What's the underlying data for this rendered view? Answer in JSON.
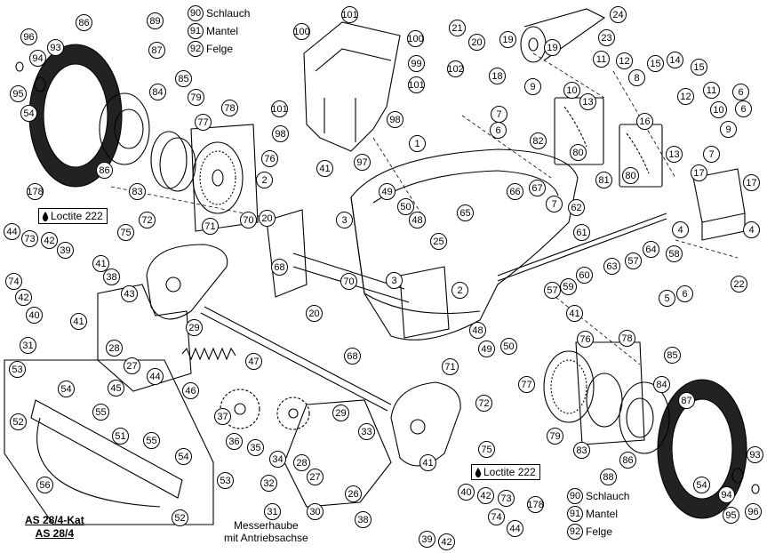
{
  "legend_top": [
    {
      "num": "90",
      "label": "Schlauch"
    },
    {
      "num": "91",
      "label": "Mantel"
    },
    {
      "num": "92",
      "label": "Felge"
    }
  ],
  "legend_bottom": [
    {
      "num": "90",
      "label": "Schlauch"
    },
    {
      "num": "91",
      "label": "Mantel"
    },
    {
      "num": "92",
      "label": "Felge"
    }
  ],
  "loctite_left": "Loctite 222",
  "loctite_right": "Loctite 222",
  "caption_housing": [
    "Messerhaube",
    "mit Antriebsachse"
  ],
  "models": [
    "AS 28/4-Kat",
    "AS 28/4"
  ],
  "callouts": [
    "86",
    "89",
    "96",
    "93",
    "87",
    "94",
    "95",
    "84",
    "85",
    "54",
    "79",
    "77",
    "78",
    "86",
    "83",
    "76",
    "178",
    "44",
    "73",
    "42",
    "39",
    "74",
    "42",
    "40",
    "41",
    "38",
    "43",
    "75",
    "72",
    "71",
    "70",
    "20",
    "2",
    "3",
    "41",
    "68",
    "31",
    "28",
    "27",
    "29",
    "45",
    "44",
    "46",
    "47",
    "37",
    "36",
    "35",
    "34",
    "53",
    "54",
    "55",
    "52",
    "51",
    "55",
    "54",
    "53",
    "56",
    "52",
    "101",
    "100",
    "100",
    "99",
    "101",
    "101",
    "98",
    "98",
    "97",
    "41",
    "102",
    "7",
    "6",
    "1",
    "49",
    "50",
    "48",
    "66",
    "67",
    "65",
    "25",
    "7",
    "62",
    "61",
    "60",
    "59",
    "57",
    "3",
    "2",
    "70",
    "20",
    "68",
    "48",
    "49",
    "50",
    "41",
    "76",
    "78",
    "85",
    "84",
    "87",
    "77",
    "79",
    "83",
    "88",
    "86",
    "93",
    "94",
    "95",
    "96",
    "54",
    "71",
    "72",
    "75",
    "41",
    "33",
    "29",
    "28",
    "27",
    "26",
    "32",
    "31",
    "30",
    "38",
    "40",
    "42",
    "73",
    "74",
    "44",
    "39",
    "42",
    "178",
    "21",
    "20",
    "19",
    "18",
    "24",
    "23",
    "19",
    "10",
    "9",
    "11",
    "12",
    "15",
    "14",
    "15",
    "8",
    "12",
    "11",
    "13",
    "16",
    "10",
    "9",
    "13",
    "82",
    "80",
    "81",
    "80",
    "6",
    "6",
    "17",
    "17",
    "4",
    "7",
    "64",
    "58",
    "63",
    "57",
    "5",
    "6",
    "22",
    "4"
  ]
}
